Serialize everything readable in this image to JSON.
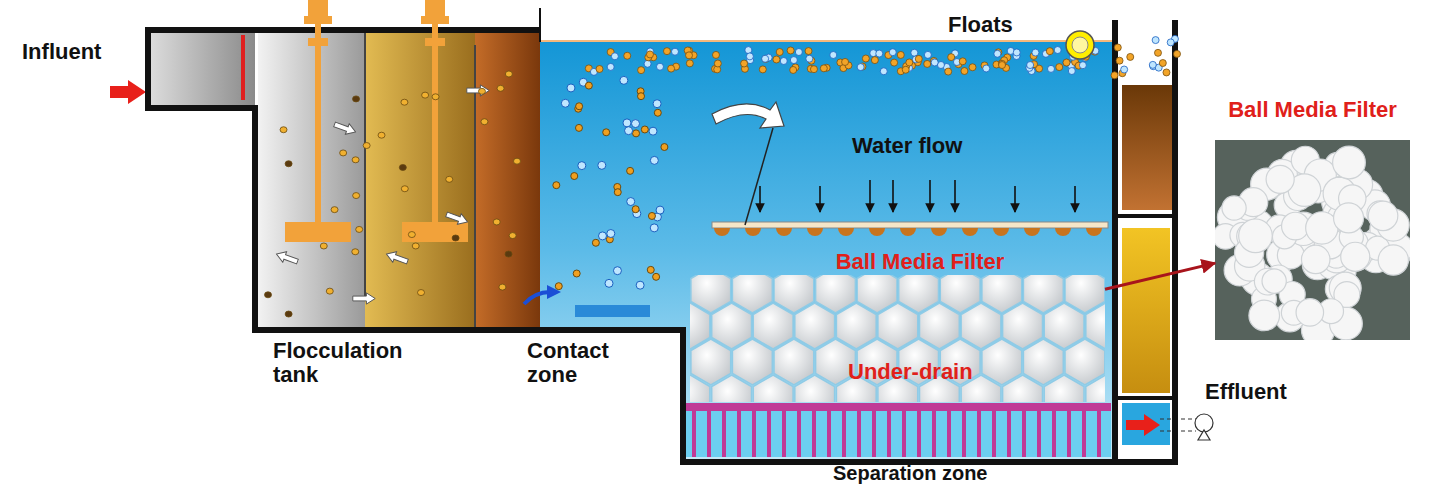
{
  "diagram": {
    "nodes": [
      {
        "text": [
          "Flocculation tank"
        ]
      },
      {
        "text": [
          "Contact zone"
        ]
      },
      {
        "text": [
          "Separation zone"
        ]
      },
      {
        "text": [
          "Ball Media Filter"
        ],
        "in": 2
      },
      {
        "text": [
          "Under-drain"
        ],
        "in": 2
      },
      {
        "text": [
          "Ball Media Filter"
        ]
      }
    ],
    "edges": [
      {
        "from": 3,
        "to": 5,
        "arrow": "to"
      }
    ],
    "labels": [
      "Influent",
      "Floats",
      "Water flow",
      "Effluent"
    ]
  }
}
